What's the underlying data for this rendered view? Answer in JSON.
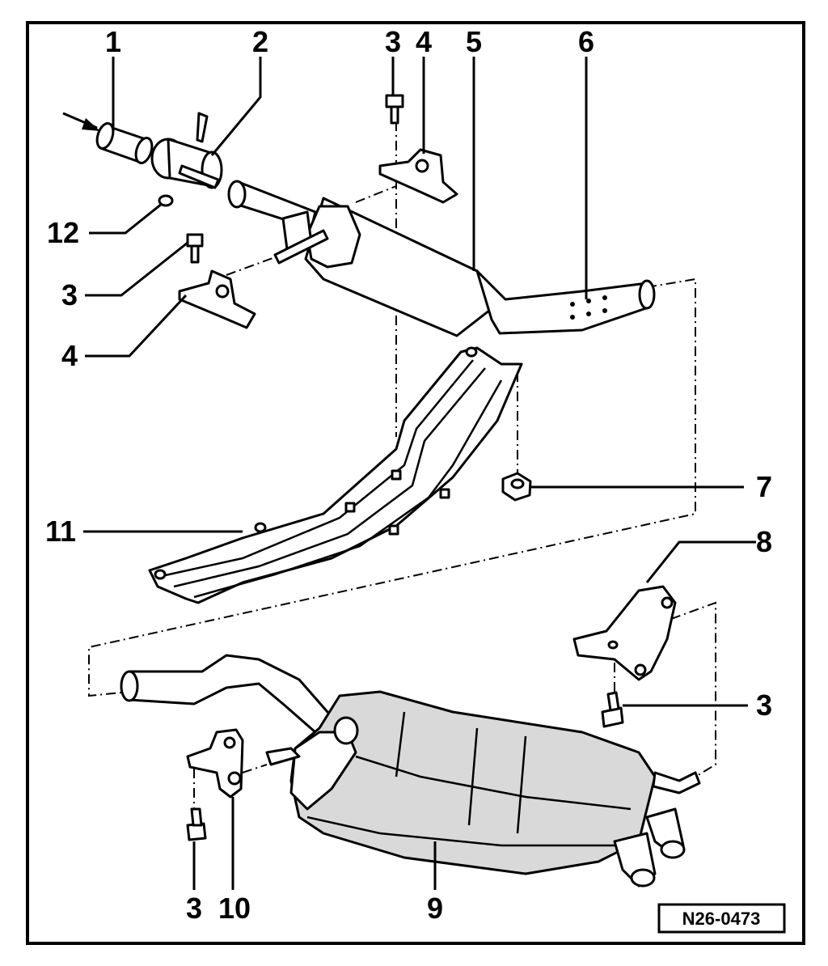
{
  "figure_ref": "N26-0473",
  "callouts": [
    {
      "id": "c1",
      "text": "1"
    },
    {
      "id": "c2",
      "text": "2"
    },
    {
      "id": "c3a",
      "text": "3"
    },
    {
      "id": "c4a",
      "text": "4"
    },
    {
      "id": "c5",
      "text": "5"
    },
    {
      "id": "c6",
      "text": "6"
    },
    {
      "id": "c12",
      "text": "12"
    },
    {
      "id": "c3b",
      "text": "3"
    },
    {
      "id": "c4b",
      "text": "4"
    },
    {
      "id": "c7",
      "text": "7"
    },
    {
      "id": "c11",
      "text": "11"
    },
    {
      "id": "c8",
      "text": "8"
    },
    {
      "id": "c3c",
      "text": "3"
    },
    {
      "id": "c3d",
      "text": "3"
    },
    {
      "id": "c10",
      "text": "10"
    },
    {
      "id": "c9",
      "text": "9"
    }
  ],
  "colors": {
    "line": "#000000",
    "background": "#ffffff",
    "shade": "#d9d9d9"
  }
}
